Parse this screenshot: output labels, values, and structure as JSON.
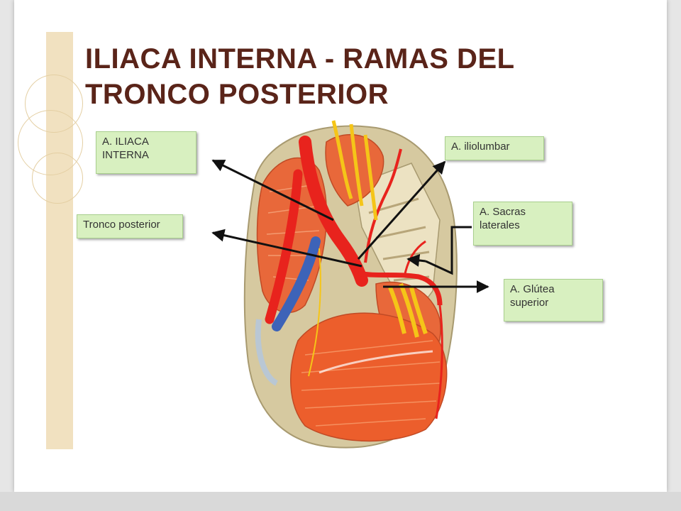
{
  "title": {
    "line1": "ILIACA INTERNA - RAMAS DEL",
    "line2": "TRONCO POSTERIOR"
  },
  "labels": {
    "iliaca_interna": "A. ILIACA\nINTERNA",
    "tronco_posterior": "Tronco posterior",
    "iliolumbar": "A. iliolumbar",
    "sacras_laterales": "A. Sacras\nlaterales",
    "glutea_superior": "A. Glútea\nsuperior"
  },
  "colors": {
    "title": "#5a2419",
    "label_bg": "#d8f0c0",
    "artery": "#e8231d",
    "vein": "#3d63b8",
    "muscle": "#e8683a",
    "bone": "#d6c9a0",
    "nerve": "#f5c518"
  }
}
